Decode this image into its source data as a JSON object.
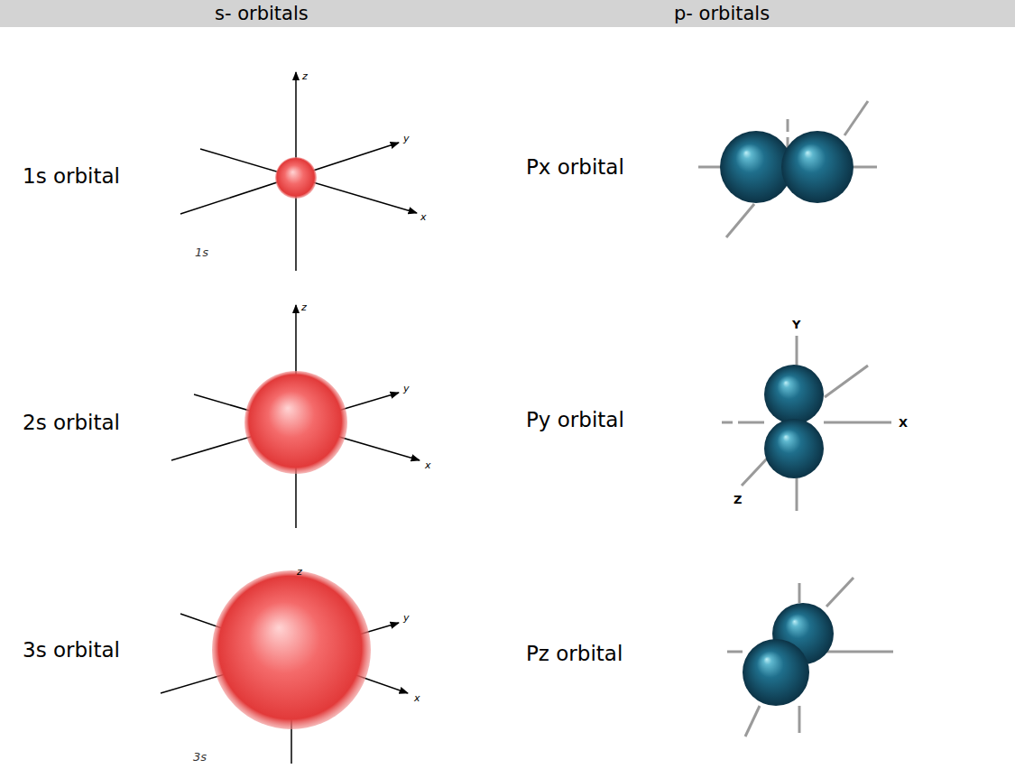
{
  "diagram": {
    "nodes": [
      {
        "text": [
          "s- orbitals",
          "p- orbitals"
        ]
      }
    ],
    "labels": [
      "1s orbital",
      "z",
      "y",
      "x",
      "1s",
      "Px orbital",
      "2s orbital",
      "z",
      "y",
      "x",
      "Py orbital",
      "Y",
      "X",
      "Z",
      "3s orbital",
      "z",
      "y",
      "x",
      "3s",
      "Pz orbital"
    ]
  }
}
